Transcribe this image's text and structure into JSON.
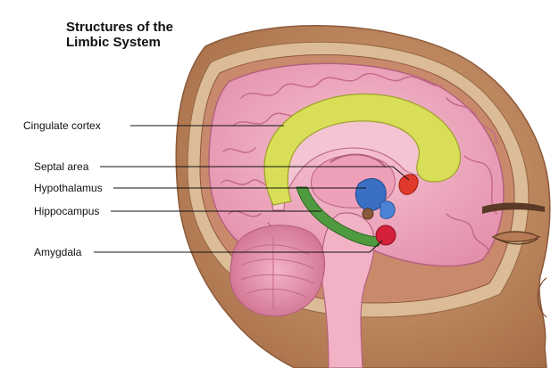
{
  "title_lines": [
    "Structures of the",
    "Limbic System"
  ],
  "labels": {
    "cingulate": "Cingulate cortex",
    "septal": "Septal area",
    "hypothalamus": "Hypothalamus",
    "hippocampus": "Hippocampus",
    "amygdala": "Amygdala"
  },
  "colors": {
    "skin": "#c9946b",
    "skin_dark": "#8c5a3a",
    "skull": "#d8b894",
    "brain": "#f0a9bf",
    "brain_dark": "#c77590",
    "cingulate": "#d9de58",
    "hippocampus": "#4f9a3e",
    "hypothalamus": "#3a6fc4",
    "septal": "#e0392b",
    "amygdala": "#d4203a",
    "leader": "#111111"
  }
}
